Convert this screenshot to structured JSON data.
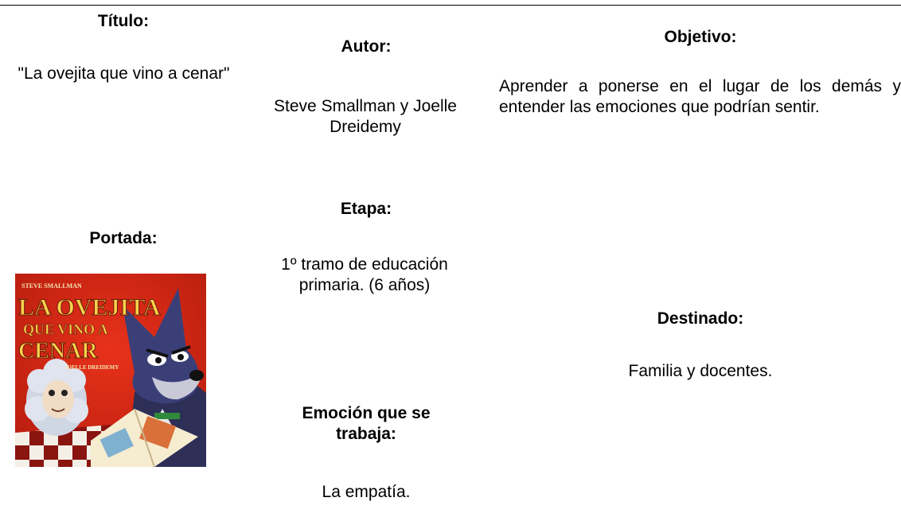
{
  "titulo": {
    "label": "Título:",
    "value": "\"La ovejita que vino a cenar\""
  },
  "autor": {
    "label": "Autor:",
    "value": "Steve Smallman y Joelle Dreidemy"
  },
  "objetivo": {
    "label": "Objetivo:",
    "value": "Aprender a ponerse en el lugar de los demás y entender las emociones que podrían sentir."
  },
  "etapa": {
    "label": "Etapa:",
    "value": "1º tramo de educación primaria. (6 años)"
  },
  "portada": {
    "label": "Portada:",
    "cover": {
      "author_top": "STEVE SMALLMAN",
      "title_line1": "LA OVEJITA",
      "title_line2": "QUE VINO A",
      "title_line3": "CENAR",
      "illustrator": "JOELLE DREIDEMY"
    }
  },
  "emocion": {
    "label": "Emoción que se trabaja:",
    "value": "La empatía."
  },
  "destinado": {
    "label": "Destinado:",
    "value": "Familia y docentes."
  }
}
